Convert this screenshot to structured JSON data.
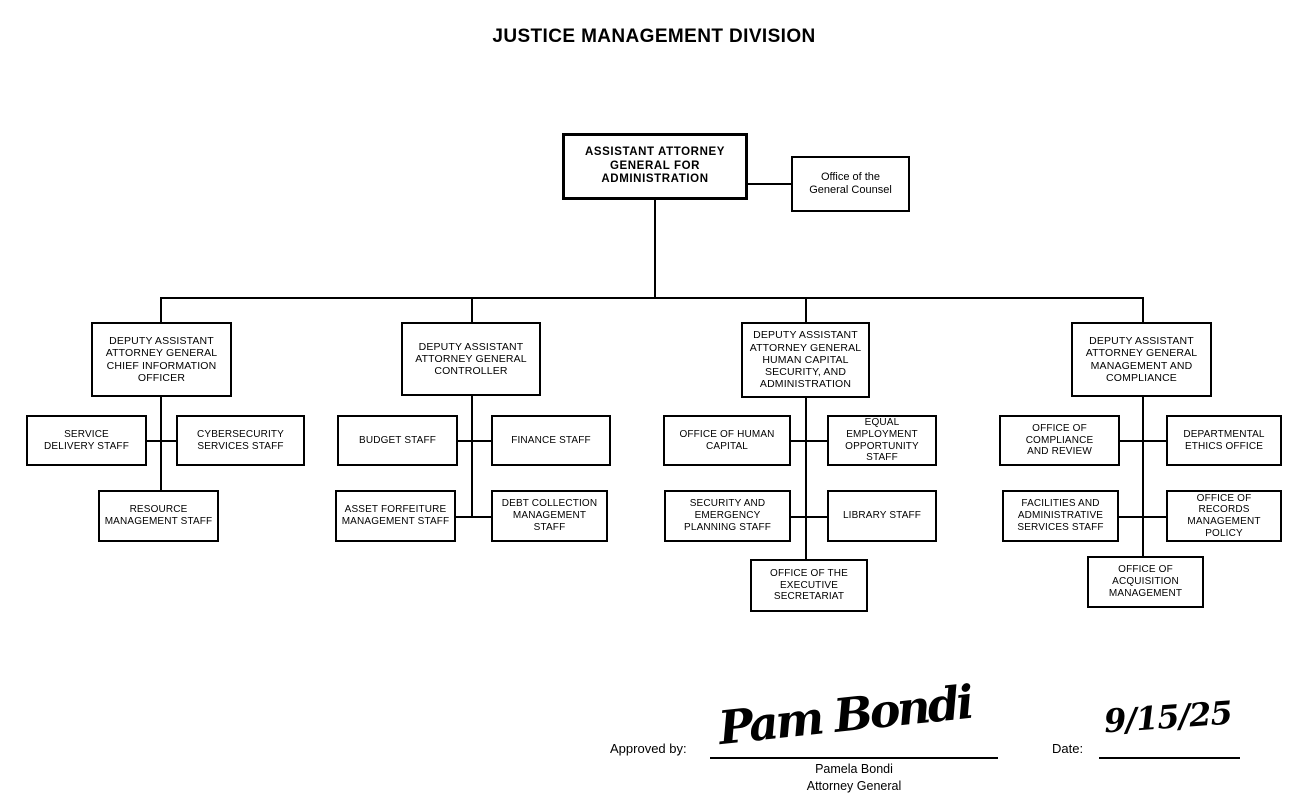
{
  "title": "JUSTICE MANAGEMENT DIVISION",
  "root": {
    "label": "ASSISTANT ATTORNEY\nGENERAL FOR\nADMINISTRATION"
  },
  "staff_office": {
    "label": "Office of the\nGeneral Counsel"
  },
  "columns": [
    {
      "deputy": "DEPUTY ASSISTANT\nATTORNEY GENERAL\nCHIEF INFORMATION\nOFFICER",
      "left": [
        "SERVICE\nDELIVERY STAFF"
      ],
      "right": [
        "CYBERSECURITY\nSERVICES  STAFF"
      ],
      "bottom": "RESOURCE\nMANAGEMENT STAFF"
    },
    {
      "deputy": "DEPUTY ASSISTANT\nATTORNEY GENERAL\nCONTROLLER",
      "left": [
        "BUDGET  STAFF",
        "ASSET FORFEITURE\nMANAGEMENT STAFF"
      ],
      "right": [
        "FINANCE  STAFF",
        "DEBT COLLECTION\nMANAGEMENT STAFF"
      ],
      "bottom": null
    },
    {
      "deputy": "DEPUTY ASSISTANT\nATTORNEY GENERAL\nHUMAN CAPITAL\nSECURITY, AND\nADMINISTRATION",
      "left": [
        "OFFICE OF HUMAN\nCAPITAL",
        "SECURITY AND\nEMERGENCY\nPLANNING STAFF"
      ],
      "right": [
        "EQUAL EMPLOYMENT\nOPPORTUNITY STAFF",
        "LIBRARY STAFF"
      ],
      "bottom": "OFFICE OF THE\nEXECUTIVE\nSECRETARIAT"
    },
    {
      "deputy": "DEPUTY ASSISTANT\nATTORNEY GENERAL\nMANAGEMENT AND\nCOMPLIANCE",
      "left": [
        "OFFICE OF COMPLIANCE\nAND REVIEW",
        "FACILITIES AND\nADMINISTRATIVE\nSERVICES STAFF"
      ],
      "right": [
        "DEPARTMENTAL\nETHICS OFFICE",
        "OFFICE OF RECORDS\nMANAGEMENT\nPOLICY"
      ],
      "bottom": "OFFICE OF\nACQUISITION\nMANAGEMENT"
    }
  ],
  "approval": {
    "approved_by_label": "Approved by:",
    "signature_mark": "Pam Bondi",
    "signer_name": "Pamela Bondi",
    "signer_title": "Attorney General",
    "date_label": "Date:",
    "date_value": "9/15/25"
  }
}
